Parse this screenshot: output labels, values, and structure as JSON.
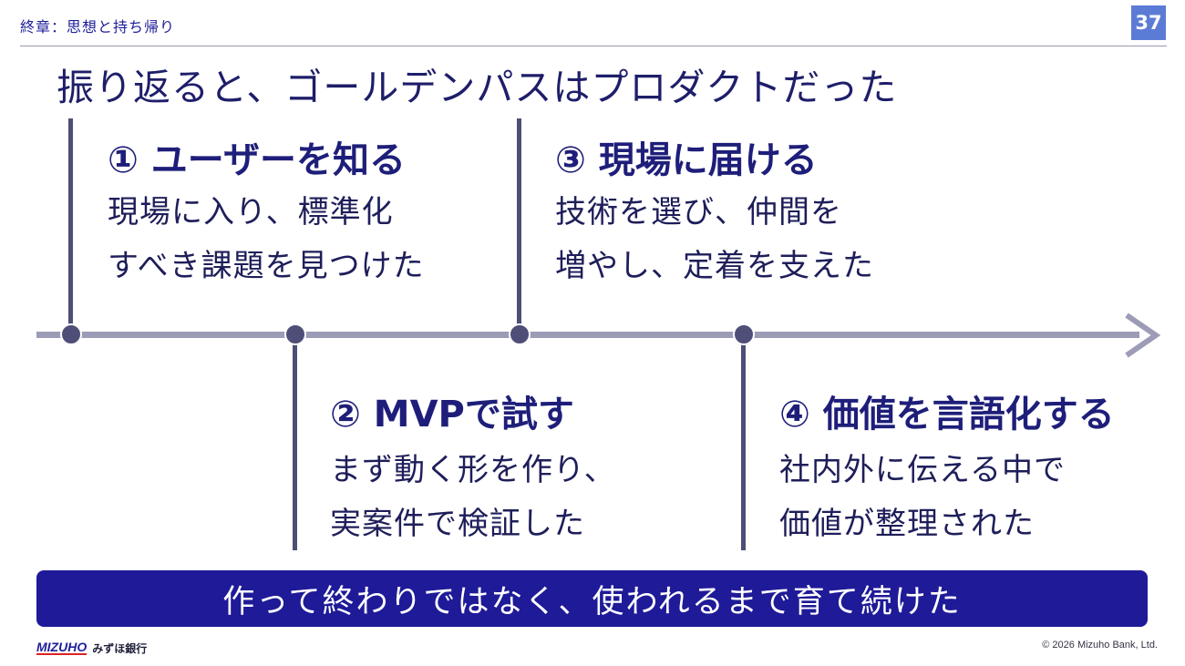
{
  "header": {
    "section_label": "終章：思想と持ち帰り",
    "page_number": "37"
  },
  "title": "振り返ると、ゴールデンパスはプロダクトだった",
  "steps": [
    {
      "title": "① ユーザーを知る",
      "lines": [
        "現場に入り、標準化",
        "すべき課題を見つけた"
      ]
    },
    {
      "title": "② MVPで試す",
      "lines": [
        "まず動く形を作り、",
        "実案件で検証した"
      ]
    },
    {
      "title": "③ 現場に届ける",
      "lines": [
        "技術を選び、仲間を",
        "増やし、定着を支えた"
      ]
    },
    {
      "title": "④ 価値を言語化する",
      "lines": [
        "社内外に伝える中で",
        "価値が整理された"
      ]
    }
  ],
  "banner": "作って終わりではなく、使われるまで育て続けた",
  "footer": {
    "logo_mark": "MIZUHO",
    "logo_text": "みずほ銀行",
    "copyright": "© 2026 Mizuho Bank, Ltd."
  },
  "colors": {
    "accent": "#1e1a98",
    "page_badge": "#5b7bd5",
    "timeline": "#9c9cb6",
    "marker": "#4e4e78"
  }
}
